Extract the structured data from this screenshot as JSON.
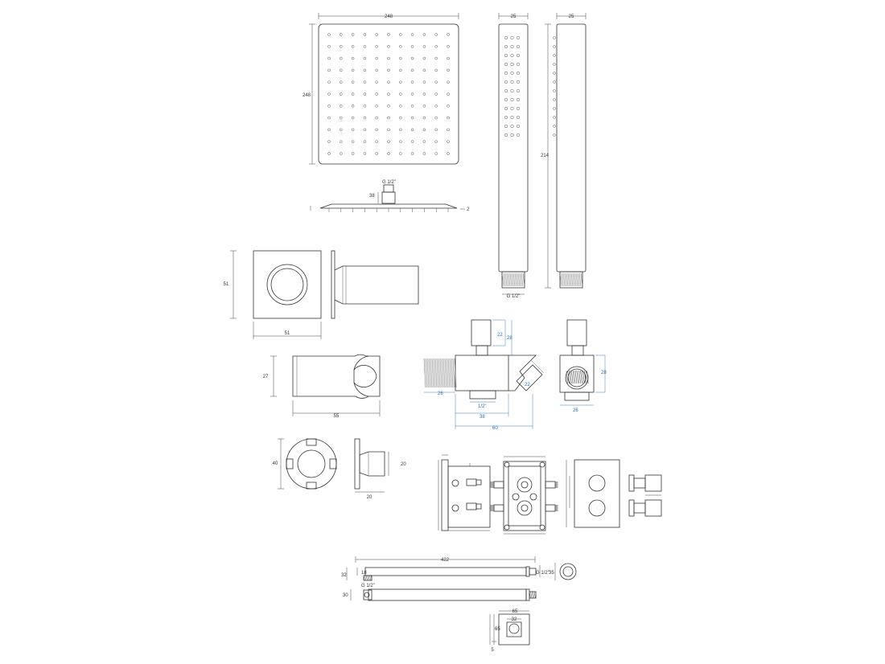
{
  "colors": {
    "line": "#333333",
    "dimension_accent": "#2a6fb0",
    "background": "#ffffff"
  },
  "shower_head": {
    "width": "248",
    "height": "248",
    "inlet": "G 1/2\"",
    "arm_height": "38",
    "thickness": "2"
  },
  "hand_shower": {
    "width_front": "25",
    "width_side": "25",
    "length": "214",
    "thread": "G 1/2\""
  },
  "wall_outlet": {
    "height": "51",
    "width": "51"
  },
  "holder": {
    "height": "27",
    "width": "55"
  },
  "outlet_elbow": {
    "top_height": "22",
    "total_height": "28",
    "left_offset": "26",
    "angle_arm": "22",
    "thread": "1/2\"",
    "inner_width": "38",
    "total_width": "60",
    "side_height": "28",
    "side_width": "26"
  },
  "flange": {
    "diameter": "40",
    "depth": "20",
    "width": "20"
  },
  "shower_arm": {
    "length": "422",
    "height_total": "32",
    "height_top": "18",
    "thread_left": "G 1/2\"",
    "thread_right": "G 1/2\"",
    "flange_dia": "35",
    "lower_height": "30",
    "base_width": "65",
    "base_inner": "32",
    "base_height": "65",
    "base_depth": "5"
  }
}
